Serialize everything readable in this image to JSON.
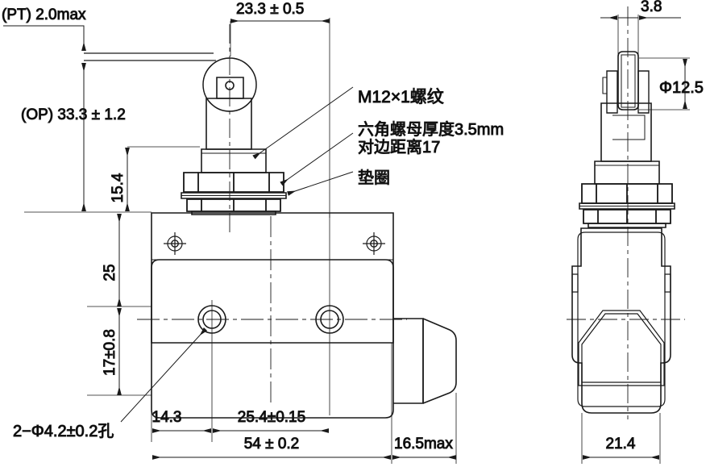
{
  "drawing": {
    "title": "Limit switch mechanical outline drawing",
    "line_color": "#1a1a1a",
    "background": "#ffffff",
    "views": {
      "front": "front-elevation-view",
      "side": "side-elevation-view"
    }
  },
  "dimensions": {
    "pt_max": "(PT) 2.0max",
    "op_total": "(OP) 33.3 ± 1.2",
    "top_offset": "23.3 ± 0.5",
    "thread_height": "15.4",
    "body_upper": "25",
    "body_lower": "17±0.8",
    "hole_offset": "14.3",
    "hole_pitch": "25.4±0.15",
    "body_length": "54 ± 0.2",
    "terminal_depth": "16.5max",
    "roller_width": "3.8",
    "roller_dia": "Φ12.5",
    "side_width": "21.4"
  },
  "annotations": {
    "thread": "M12×1螺纹",
    "hexnut_line1": "六角螺母厚度3.5mm",
    "hexnut_line2": "对边距离17",
    "washer": "垫圈",
    "holes": "2−Φ4.2±0.2孔"
  }
}
